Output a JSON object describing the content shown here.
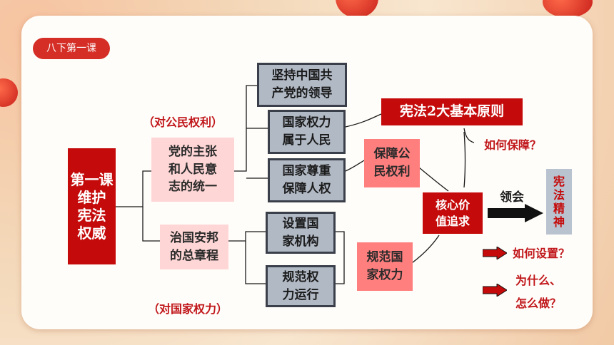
{
  "tag": "八下第一课",
  "lesson": "第一课\n维护\n宪法\n权威",
  "branch_top": "党的主张\n和人民意\n志的统一",
  "branch_bottom": "治国安邦\n的总章程",
  "note_top": "（对公民权利）",
  "note_bottom": "（对国家权力）",
  "principle_1": "坚持中国共\n产党的领导",
  "principle_2": "国家权力\n属于人民",
  "principle_3": "国家尊重\n保障人权",
  "principle_4": "设置国\n家机构",
  "principle_5": "规范权\n力运行",
  "principles_title": "宪法2大基本原则",
  "protect_rights": "保障公\n民权利",
  "regulate_power": "规范国\n家权力",
  "core_value": "核心价\n值追求",
  "understand": "领会",
  "spirit": "宪\n法\n精\n神",
  "q_guarantee": "如何保障？",
  "q_setup": "如何设置？",
  "q_why": "为什么、",
  "q_how": "怎么做？",
  "colors": {
    "accent_red": "#c40a0a",
    "grey_box": "#b1b9c5",
    "pink_box": "#ffd6d6"
  }
}
